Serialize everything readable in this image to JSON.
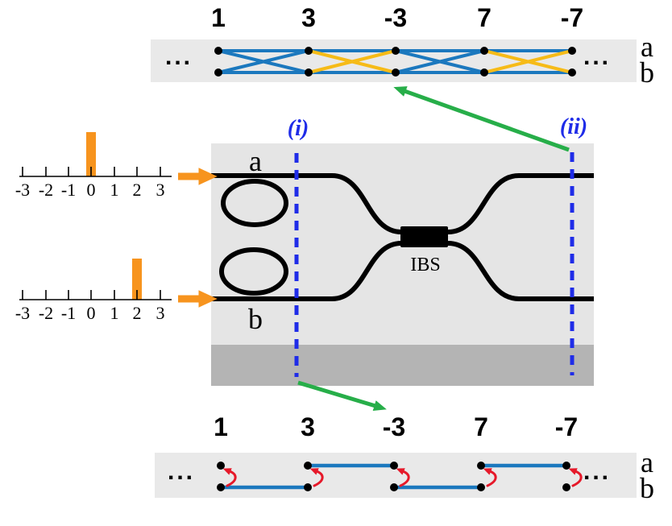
{
  "colors": {
    "blue": "#1b78be",
    "yellow": "#f6bb17",
    "orange": "#f7941e",
    "green": "#27ae49",
    "red": "#e6192a",
    "cut-blue": "#1f2ce8",
    "band-gray": "#e9e9e9",
    "box-gray": "#e5e5e5",
    "strip-gray": "#b4b4b4",
    "ink": "#000000"
  },
  "top_lattice": {
    "site_labels": [
      "1",
      "3",
      "-3",
      "7",
      "-7"
    ],
    "row_a": "a",
    "row_b": "b",
    "ellipsis_left": "...",
    "ellipsis_right": "...",
    "horizontal_links_color": "blue",
    "cross_segments": [
      {
        "from": "1",
        "to": "3",
        "color": "blue"
      },
      {
        "from": "3",
        "to": "-3",
        "color": "yellow"
      },
      {
        "from": "-3",
        "to": "7",
        "color": "blue"
      },
      {
        "from": "7",
        "to": "-7",
        "color": "yellow"
      }
    ]
  },
  "device": {
    "input_a_label": "a",
    "input_b_label": "b",
    "coupler_label": "IBS",
    "cut_i_label": "(i)",
    "cut_ii_label": "(ii)",
    "rings": 2
  },
  "pulse_inputs": {
    "ticks": [
      "-3",
      "-2",
      "-1",
      "0",
      "1",
      "2",
      "3"
    ],
    "input_a_bar_position": "0",
    "input_b_bar_position": "2"
  },
  "bottom_lattice": {
    "site_labels": [
      "1",
      "3",
      "-3",
      "7",
      "-7"
    ],
    "row_a": "a",
    "row_b": "b",
    "ellipsis_left": "...",
    "ellipsis_right": "...",
    "links": [
      {
        "row": "b",
        "from": "1",
        "to": "3",
        "color": "blue"
      },
      {
        "row": "a",
        "from": "3",
        "to": "-3",
        "color": "blue"
      },
      {
        "row": "b",
        "from": "-3",
        "to": "7",
        "color": "blue"
      },
      {
        "row": "a",
        "from": "7",
        "to": "-7",
        "color": "blue"
      }
    ],
    "site_coupling": "red arrow from b up to a at every site"
  }
}
